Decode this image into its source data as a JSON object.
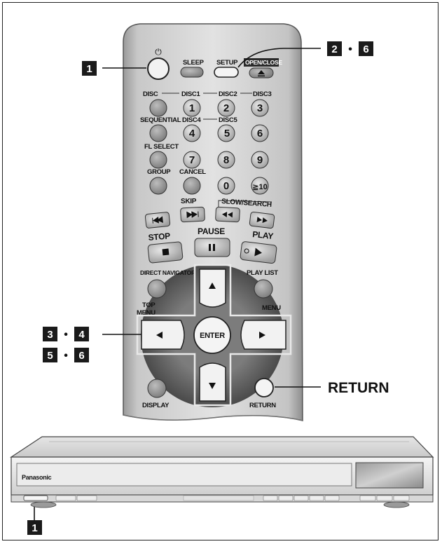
{
  "remote": {
    "power_symbol": "⏻",
    "buttons": {
      "sleep": "SLEEP",
      "setup": "SETUP",
      "open_close": "OPEN/CLOSE",
      "disc": "DISC",
      "disc1": "DISC1",
      "disc2": "DISC2",
      "disc3": "DISC3",
      "sequential": "SEQUENTIAL",
      "disc4": "DISC4",
      "disc5": "DISC5",
      "fl_select": "FL SELECT",
      "group": "GROUP",
      "cancel": "CANCEL",
      "skip": "SKIP",
      "slow_search": "SLOW/SEARCH",
      "stop": "STOP",
      "pause": "PAUSE",
      "play": "PLAY",
      "direct_navigator": "DIRECT NAVIGATOR",
      "play_list": "PLAY LIST",
      "top": "TOP",
      "menu_left": "MENU",
      "menu_right": "MENU",
      "enter": "ENTER",
      "display": "DISPLAY",
      "return": "RETURN"
    },
    "numbers": {
      "n1": "1",
      "n2": "2",
      "n3": "3",
      "n4": "4",
      "n5": "5",
      "n6": "6",
      "n7": "7",
      "n8": "8",
      "n9": "9",
      "n0": "0",
      "n10": "≧10"
    }
  },
  "callouts": {
    "step1_top": "1",
    "step2": "2",
    "step6_top": "6",
    "step3": "3",
    "step4": "4",
    "step5": "5",
    "step6_mid": "6",
    "step1_bottom": "1",
    "sep": "•",
    "return_label": "RETURN"
  },
  "player": {
    "brand": "Panasonic"
  },
  "icons": {
    "power": "power-icon",
    "eject": "eject-icon",
    "skip_back": "skip-back-icon",
    "skip_forward": "skip-forward-icon",
    "rewind": "rewind-icon",
    "fast_forward": "fast-forward-icon",
    "stop": "stop-icon",
    "pause": "pause-icon",
    "play": "play-icon",
    "up": "arrow-up-icon",
    "down": "arrow-down-icon",
    "left": "arrow-left-icon",
    "right": "arrow-right-icon"
  }
}
